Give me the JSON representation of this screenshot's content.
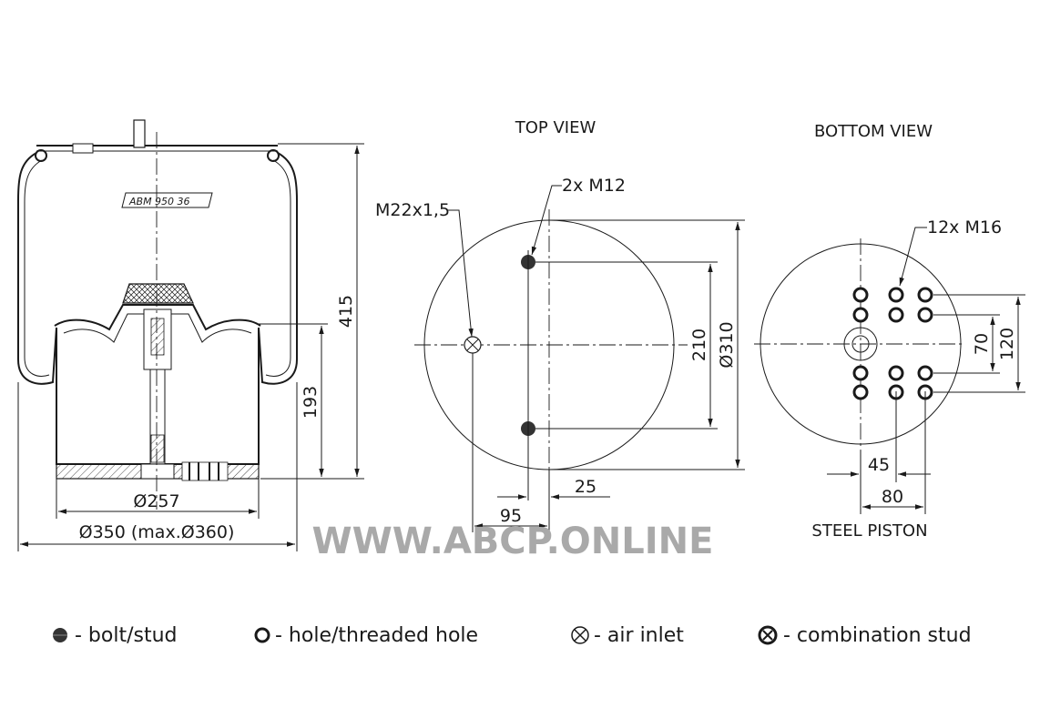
{
  "side_view": {
    "model_label": "ABM 950 36",
    "dim_height_total": "415",
    "dim_height_piston": "193",
    "dim_piston_diameter": "Ø257",
    "dim_bellow_diameter": "Ø350 (max.Ø360)"
  },
  "top_view": {
    "title": "TOP VIEW",
    "callout_air_inlet": "M22x1,5",
    "callout_studs": "2x M12",
    "dim_stud_spacing": "210",
    "dim_diameter": "Ø310",
    "dim_stud_offset": "25",
    "dim_inlet_offset": "95"
  },
  "bottom_view": {
    "title": "BOTTOM VIEW",
    "callout_holes": "12x M16",
    "dim_inner_spacing": "70",
    "dim_outer_spacing": "120",
    "dim_45": "45",
    "dim_80": "80",
    "subtitle": "STEEL PISTON"
  },
  "watermark": "WWW.ABCP.ONLINE",
  "legend": [
    {
      "icon": "bolt-stud-icon",
      "label": "- bolt/stud"
    },
    {
      "icon": "hole-icon",
      "label": "- hole/threaded hole"
    },
    {
      "icon": "air-inlet-icon",
      "label": "- air inlet"
    },
    {
      "icon": "combination-stud-icon",
      "label": "- combination stud"
    }
  ]
}
